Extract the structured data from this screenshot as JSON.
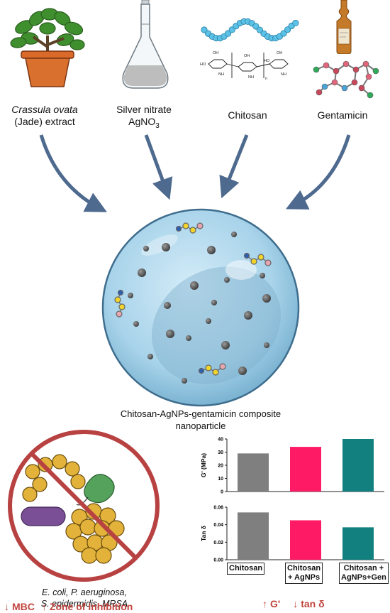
{
  "ingredients": [
    {
      "line1": "Crassula ovata",
      "line2": "(Jade) extract",
      "icon": "jade-plant-icon"
    },
    {
      "line1": "Silver nitrate",
      "line2": "AgNO",
      "sub": "3",
      "icon": "flask-icon"
    },
    {
      "line1": "Chitosan",
      "line2": "",
      "icon": "chitosan-structure-icon"
    },
    {
      "line1": "Gentamicin",
      "line2": "",
      "icon": "ampoule-icon"
    }
  ],
  "chitosan_structure": {
    "nh2": "NH",
    "oh": "OH",
    "ho": "HO",
    "o": "O",
    "n": "n"
  },
  "composite": {
    "line1": "Chitosan-AgNPs-gentamicin composite",
    "line2": "nanoparticle"
  },
  "bacteria": {
    "line1": "E. coli, P. aeruginosa,",
    "line2": "S. epidermidis, MRSA",
    "effect1": "MBC",
    "effect2": "Zone of inhibition"
  },
  "charts_footer": {
    "g_label": "G'",
    "tan_label": "tan δ"
  },
  "colors": {
    "grey": "#7f7f7f",
    "pink": "#ff1a66",
    "teal": "#138080",
    "arrow": "#4e6a8e",
    "red": "#c2453f"
  },
  "chart_data": [
    {
      "type": "bar",
      "categories": [
        "Chitosan",
        "Chitosan + AgNPs",
        "Chitosan + AgNPs+Gen"
      ],
      "values": [
        29,
        34,
        40
      ],
      "ylabel": "G' (MPa)",
      "ylim": [
        0,
        40
      ],
      "yticks": [
        "0",
        "10",
        "20",
        "30",
        "40"
      ]
    },
    {
      "type": "bar",
      "categories": [
        "Chitosan",
        "Chitosan + AgNPs",
        "Chitosan + AgNPs+Gen"
      ],
      "values": [
        0.054,
        0.045,
        0.037
      ],
      "ylabel": "Tan δ",
      "ylim": [
        0,
        0.06
      ],
      "yticks": [
        "0.00",
        "0.02",
        "0.04",
        "0.06"
      ]
    }
  ],
  "x_categories": [
    {
      "l1": "Chitosan",
      "l2": "",
      "l3": ""
    },
    {
      "l1": "Chitosan",
      "l2": "+ AgNPs",
      "l3": ""
    },
    {
      "l1": "Chitosan +",
      "l2": "AgNPs+Gen",
      "l3": ""
    }
  ]
}
